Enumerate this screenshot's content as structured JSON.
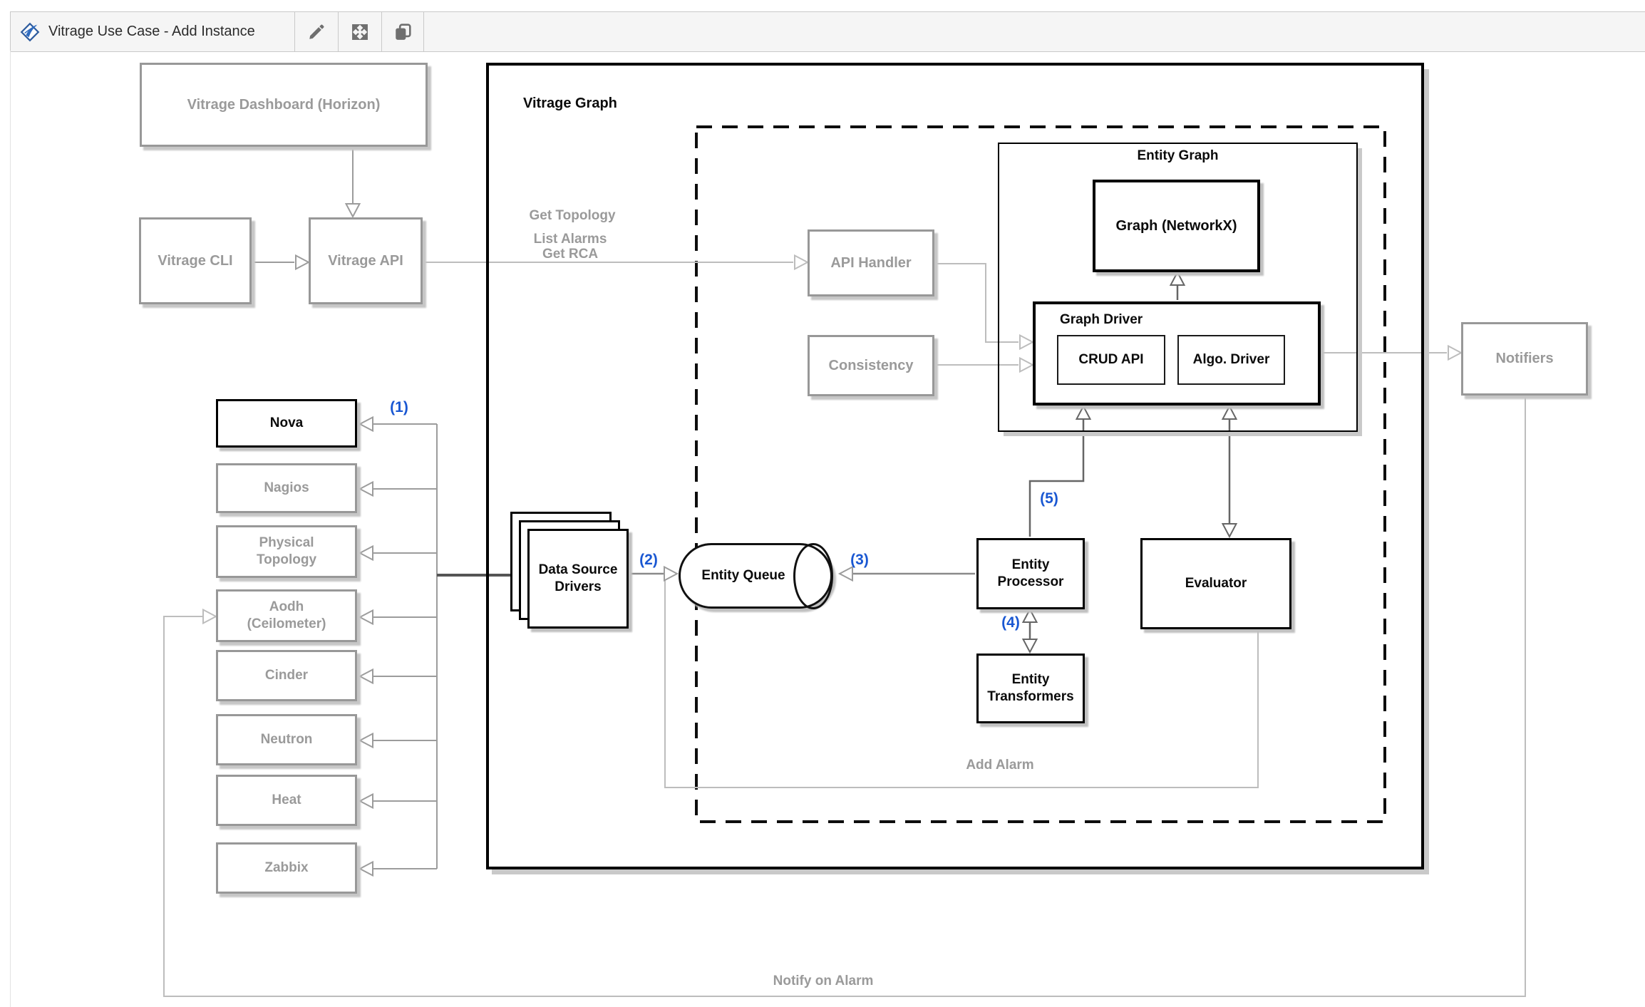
{
  "header": {
    "title": "Vitrage Use Case - Add Instance"
  },
  "containers": {
    "vitrage_graph": "Vitrage Graph",
    "entity_graph": "Entity Graph",
    "graph_driver": "Graph Driver"
  },
  "nodes": {
    "vitrage_dashboard": "Vitrage Dashboard (Horizon)",
    "vitrage_cli": "Vitrage CLI",
    "vitrage_api": "Vitrage API",
    "api_handler": "API Handler",
    "consistency": "Consistency",
    "notifiers": "Notifiers",
    "nova": "Nova",
    "nagios": "Nagios",
    "physical_topology": "Physical Topology",
    "aodh": "Aodh (Ceilometer)",
    "cinder": "Cinder",
    "neutron": "Neutron",
    "heat": "Heat",
    "zabbix": "Zabbix",
    "data_source_drivers": "Data Source Drivers",
    "entity_queue": "Entity Queue",
    "entity_processor": "Entity Processor",
    "entity_transformers": "Entity Transformers",
    "evaluator": "Evaluator",
    "graph_networkx": "Graph (NetworkX)",
    "crud_api": "CRUD API",
    "algo_driver": "Algo. Driver"
  },
  "edge_labels": {
    "get_topology": "Get Topology",
    "list_alarms": "List Alarms",
    "get_rca": "Get RCA",
    "add_alarm": "Add Alarm",
    "notify_on_alarm": "Notify on Alarm"
  },
  "steps": {
    "s1": "(1)",
    "s2": "(2)",
    "s3": "(3)",
    "s4": "(4)",
    "s5": "(5)"
  },
  "colors": {
    "step_blue": "#1957d2",
    "muted_gray": "#9a9a9a",
    "line_light": "#bdbdbd",
    "line_dark": "#666666",
    "toolbar_bg": "#f5f5f5",
    "toolbar_border": "#c9c9c9",
    "box_black": "#000000"
  }
}
